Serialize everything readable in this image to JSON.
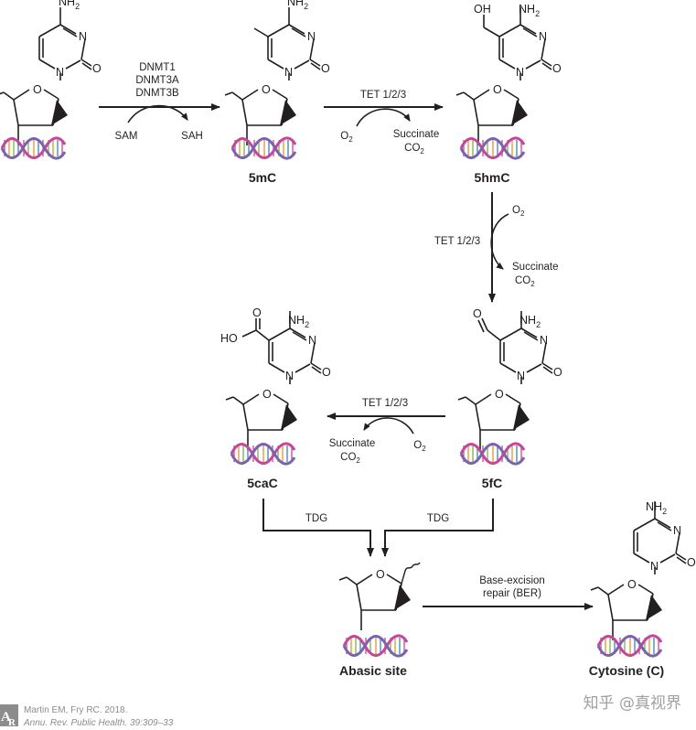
{
  "compounds": {
    "cytosine_top": "",
    "mc": "5mC",
    "hmc": "5hmC",
    "fc": "5fC",
    "cac": "5caC",
    "abasic": "Abasic site",
    "cytosine_end": "Cytosine (C)"
  },
  "atoms": {
    "amine": "NH",
    "amine_sub": "2",
    "n": "N",
    "o": "O",
    "oh": "OH",
    "ho": "HO"
  },
  "steps": {
    "methylation": {
      "enzymes": [
        "DNMT1",
        "DNMT3A",
        "DNMT3B"
      ],
      "input": "SAM",
      "output": "SAH"
    },
    "oxidation1": {
      "enzyme": "TET 1/2/3",
      "input": "O",
      "input_sub": "2",
      "output1": "Succinate",
      "output2": "CO",
      "output2_sub": "2"
    },
    "oxidation2": {
      "enzyme": "TET 1/2/3",
      "input": "O",
      "input_sub": "2",
      "output1": "Succinate",
      "output2": "CO",
      "output2_sub": "2"
    },
    "oxidation3": {
      "enzyme": "TET 1/2/3",
      "input": "O",
      "input_sub": "2",
      "output1": "Succinate",
      "output2": "CO",
      "output2_sub": "2"
    },
    "tdg_left": "TDG",
    "tdg_right": "TDG",
    "ber_line1": "Base-excision",
    "ber_line2": "repair (BER)"
  },
  "citation": {
    "logo_left": "A",
    "logo_right": "R",
    "line1": "Martin EM, Fry RC. 2018.",
    "line2": "Annu. Rev. Public Health. 39:309–33"
  },
  "watermark": "知乎 @真视界",
  "colors": {
    "ink": "#231f20",
    "dna_pink": "#c3479b",
    "dna_purple": "#7a63ad",
    "dna_orange": "#e2932f",
    "dna_green": "#7fae4a",
    "dna_blue": "#3d7fbf"
  }
}
